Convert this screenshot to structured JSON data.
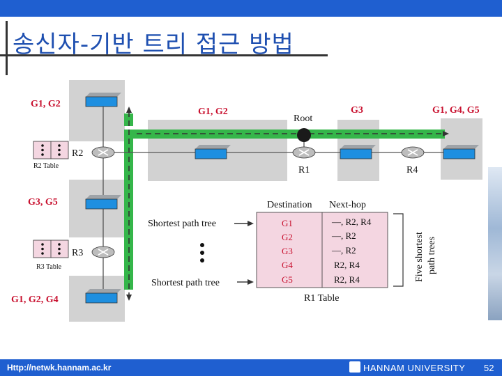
{
  "slide": {
    "title": "송신자-기반 트리 접근 방법",
    "footer_url": "Http://netwk.hannam.ac.kr",
    "footer_university": "HANNAM UNIVERSITY",
    "page_number": "52"
  },
  "diagram": {
    "lan_groups": {
      "g_left_top": "G1, G2",
      "g_left_mid": "G3, G5",
      "g_left_bottom": "G1, G2, G4",
      "g_mid": "G1, G2",
      "g_right_mid": "G3",
      "g_right": "G1, G4, G5"
    },
    "routers": {
      "r2": "R2",
      "r3": "R3",
      "r1": "R1",
      "r4": "R4"
    },
    "root_label": "Root",
    "r2_table_caption": "R2 Table",
    "r3_table_caption": "R3 Table",
    "spt_label_1": "Shortest path tree",
    "spt_label_2": "Shortest path tree",
    "table_headers": {
      "destination": "Destination",
      "next_hop": "Next-hop"
    },
    "r1_table": [
      {
        "dest": "G1",
        "hop": "—, R2, R4"
      },
      {
        "dest": "G2",
        "hop": "—, R2"
      },
      {
        "dest": "G3",
        "hop": "—, R2"
      },
      {
        "dest": "G4",
        "hop": "R2, R4"
      },
      {
        "dest": "G5",
        "hop": "R2, R4"
      }
    ],
    "r1_table_caption": "R1 Table",
    "brace_label_line1": "Five shortest",
    "brace_label_line2": "path trees"
  }
}
